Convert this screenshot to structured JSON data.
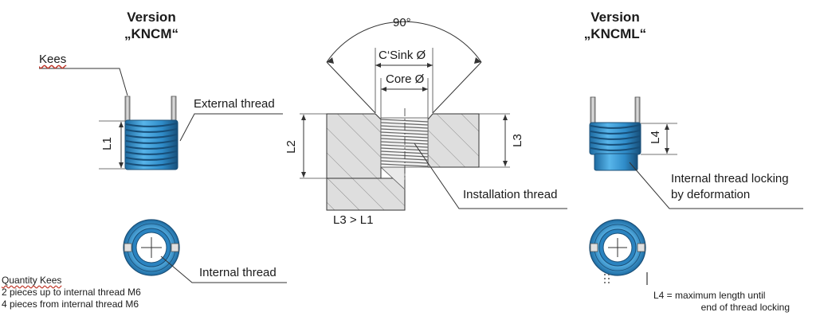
{
  "left_version": {
    "line1": "Version",
    "line2": "„KNCM“"
  },
  "right_version": {
    "line1": "Version",
    "line2": "„KNCML“"
  },
  "labels": {
    "kees": "Kees",
    "external_thread": "External thread",
    "internal_thread": "Internal thread",
    "installation_thread": "Installation thread",
    "locking_line1": "Internal thread locking",
    "locking_line2": "by deformation",
    "angle": "90°",
    "csink": "C‘Sink Ø",
    "core": "Core Ø",
    "dim_l1": "L1",
    "dim_l2": "L2",
    "dim_l3": "L3",
    "dim_l4": "L4",
    "cond": "L3 > L1"
  },
  "quantity_note": {
    "heading": "Quantity Kees",
    "line1": "2 pieces up to internal thread M6",
    "line2": "4 pieces from internal thread M6"
  },
  "l4_note": {
    "line1": "L4 = maximum length until",
    "line2": "end of thread locking"
  },
  "colors": {
    "insert_blue": "#3f9fd8",
    "insert_dark": "#1c5f8e",
    "kee_gray": "#bfbfbf",
    "hatch_fill": "#dcdcdc",
    "line": "#333333"
  }
}
